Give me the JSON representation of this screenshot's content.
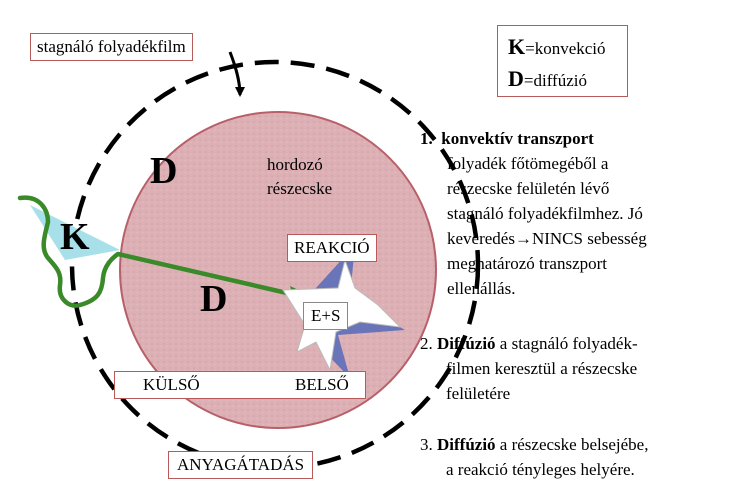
{
  "labels": {
    "film": "stagnáló folyadékfilm",
    "particle": [
      "hordozó",
      "részecske"
    ],
    "reaction": "REAKCIÓ",
    "es": "E+S",
    "outer": "KÜLSŐ",
    "inner": "BELSŐ",
    "transfer": "ANYAGÁTADÁS",
    "K": "K",
    "D_outer": "D",
    "D_inner": "D"
  },
  "legend": {
    "k_letter": "K",
    "k_text": "=konvekció",
    "d_letter": "D",
    "d_text": "=diffúzió"
  },
  "steps": [
    {
      "number": "1.",
      "title": "konvektív transzport",
      "lines": [
        "folyadék főtömegéből a",
        "részecske felületén lévő",
        "stagnáló folyadékfilmhez. Jó",
        "keveredés→NINCS sebesség",
        "meghatározó transzport",
        "ellenállás."
      ]
    },
    {
      "number": "2.",
      "title": "Diffúzió",
      "rest": " a stagnáló folyadék-",
      "lines": [
        "filmen keresztül a részecske",
        "felületére"
      ]
    },
    {
      "number": "3.",
      "title": "Diffúzió",
      "rest": " a részecske belsejébe,",
      "lines": [
        "a reakció tényleges helyére."
      ]
    }
  ],
  "colors": {
    "particle_fill": "#dcb0b4",
    "particle_edge": "#b8606a",
    "arrow": "#3a8a2a",
    "pool": "#a8e0ea"
  }
}
